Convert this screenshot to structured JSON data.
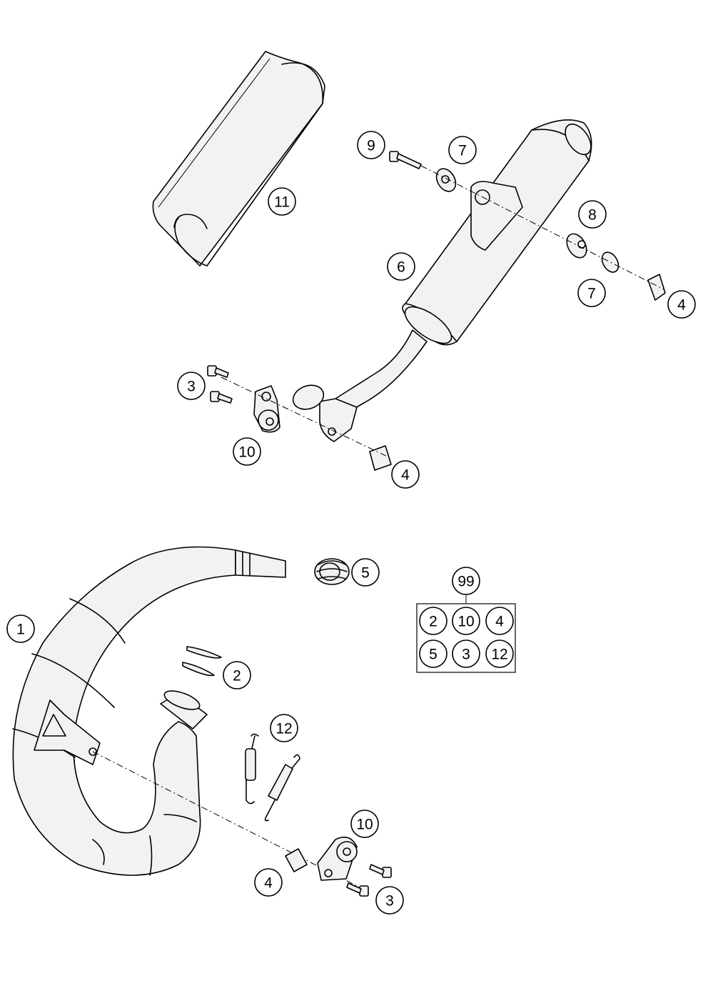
{
  "callouts": {
    "c1": "1",
    "c2": "2",
    "c3a": "3",
    "c3b": "3",
    "c4a": "4",
    "c4b": "4",
    "c4c": "4",
    "c5": "5",
    "c6": "6",
    "c7a": "7",
    "c7b": "7",
    "c8": "8",
    "c9": "9",
    "c10a": "10",
    "c10b": "10",
    "c11": "11",
    "c12": "12"
  },
  "kit": {
    "number": "99",
    "items": [
      "2",
      "10",
      "4",
      "5",
      "3",
      "12"
    ]
  }
}
